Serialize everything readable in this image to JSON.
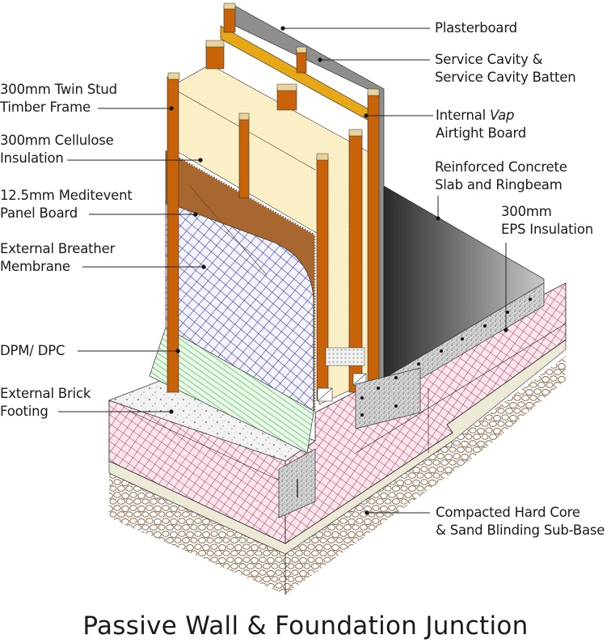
{
  "title": "Passive Wall & Foundation Junction",
  "labels": {
    "plasterboard": {
      "line1": "Plasterboard"
    },
    "service_cavity": {
      "line1": "Service Cavity &",
      "line2": "Service Cavity Batten"
    },
    "internal_vap": {
      "line1_prefix": "Internal ",
      "line1_italic": "Vap",
      "line2": "Airtight Board"
    },
    "concrete_slab": {
      "line1": "Reinforced Concrete",
      "line2": "Slab and Ringbeam"
    },
    "eps_insulation": {
      "line1": "300mm",
      "line2": "EPS Insulation"
    },
    "hard_core": {
      "line1": "Compacted Hard Core",
      "line2": "& Sand Blinding Sub-Base"
    },
    "twin_stud": {
      "line1": "300mm Twin Stud",
      "line2": "Timber Frame"
    },
    "cellulose": {
      "line1": "300mm Cellulose",
      "line2": "Insulation"
    },
    "meditevent": {
      "line1": "12.5mm Meditevent",
      "line2": "Panel Board"
    },
    "breather_membrane": {
      "line1": "External Breather",
      "line2": "Membrane"
    },
    "dpm_dpc": {
      "line1": "DPM/ DPC"
    },
    "brick_footing": {
      "line1": "External Brick",
      "line2": "Footing"
    }
  },
  "colors": {
    "timber": "#c8630a",
    "timber_dark": "#8a3f00",
    "cellulose": "#fbf0c8",
    "airtight_board": "#e6a817",
    "plasterboard": "#8e8e8e",
    "panel_board": "#a8672e",
    "membrane_hatch": "#3a3aa8",
    "dpc_hatch": "#5ac060",
    "brick_hatch": "#b0365e",
    "brick_fill": "#fbe4ec",
    "slab_dark": "#2e2e2e",
    "slab_light": "#c4c4c4",
    "concrete": "#e8e8e8",
    "hardcore": "#8b6a4a",
    "sand": "#ece9d6"
  }
}
